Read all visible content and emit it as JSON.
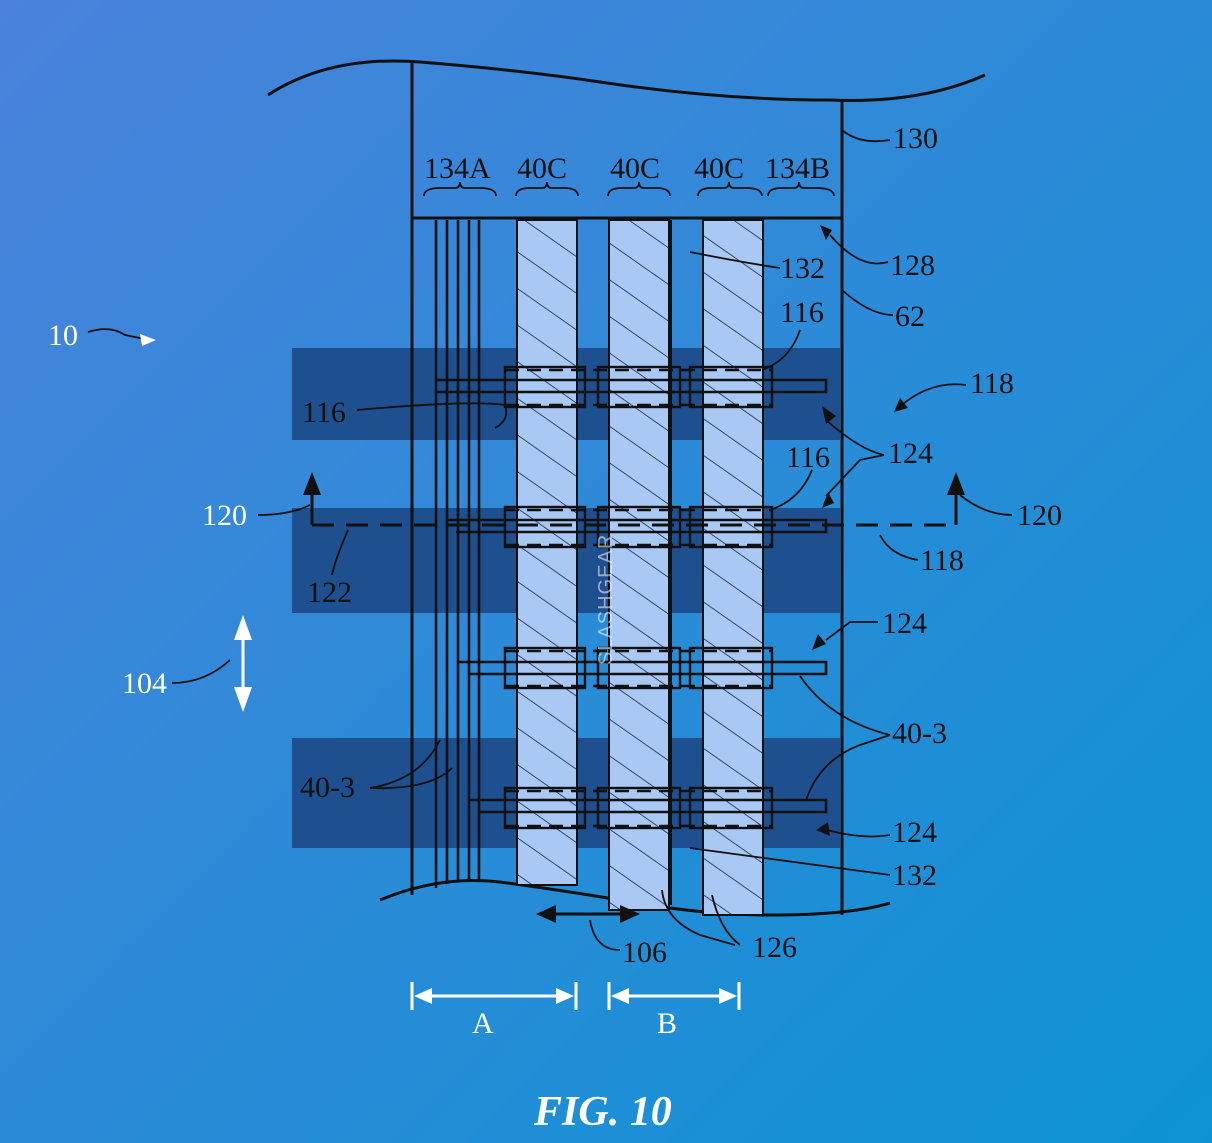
{
  "figure": {
    "caption": "FIG. 10",
    "watermark": "SLASHGEAR",
    "colors": {
      "background_start": "#4a82dc",
      "background_end": "#0d93d4",
      "band": "#1e4f8e",
      "column_fill": "#a9c8f4",
      "line": "#111111",
      "white": "#ffffff"
    },
    "header_labels": {
      "left_group": "134A",
      "col1": "40C",
      "col2": "40C",
      "col3": "40C",
      "right_group": "134B"
    },
    "ref": {
      "r10": "10",
      "r130": "130",
      "r128": "128",
      "r132_top": "132",
      "r62": "62",
      "r116_a": "116",
      "r116_b": "116",
      "r116_c": "116",
      "r118_a": "118",
      "r118_b": "118",
      "r124_a": "124",
      "r124_b": "124",
      "r124_c": "124",
      "r120_left": "120",
      "r120_right": "120",
      "r122": "122",
      "r104": "104",
      "r40_3_left": "40-3",
      "r40_3_right": "40-3",
      "r132_bottom": "132",
      "r106": "106",
      "r126": "126"
    },
    "dimensions": {
      "a": "A",
      "b": "B"
    }
  }
}
